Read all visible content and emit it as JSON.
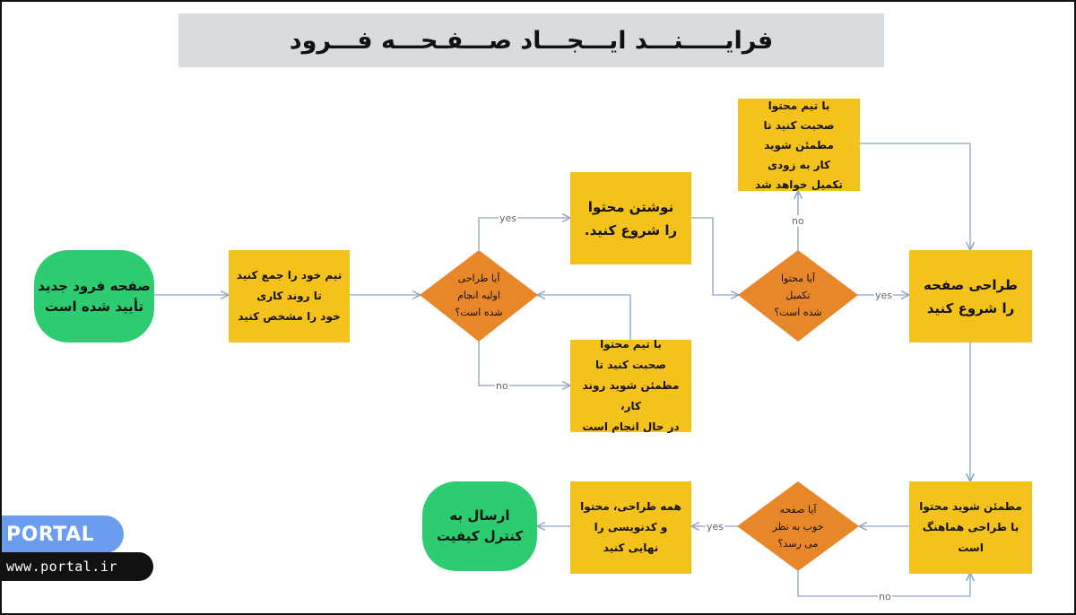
{
  "title": "فرایـــــنـــد ایـــجـــاد صـــفـحـــه فـــرود",
  "nodes": {
    "start": "صفحه فرود جدید\nتأیید شده است",
    "gather_team": "تیم خود را جمع کنید\nتا روند کاری\nخود را مشخص کنید",
    "decision_initial": "آیا طراحی\nاولیه انجام\nشده است؟",
    "write_content": "نوشتن محتوا\nرا شروع کنید.",
    "talk_team_in_progress": "با تیم محتوا\nصحبت کنید تا\nمطمئن شوید روند کار،\nدر حال انجام است",
    "decision_content": "آیا محتوا\nتکمیل\nشده است؟",
    "talk_team_soon": "با تیم محتوا\nصحبت کنید تا\nمطمئن شوید\nکار به زودی\nتکمیل خواهد شد",
    "start_design": "طراحی صفحه\nرا شروع کنید",
    "ensure_matching": "مطمئن شوید محتوا\nبا طراحی هماهنگ\nاست",
    "decision_page_good": "آیا صفحه\nخوب به نظر\nمی رسد؟",
    "finalize": "همه طراحی، محتوا\nو کدنویسی را\nنهایی کنید",
    "send_qc": "ارسال به\nکنترل کیفیت"
  },
  "edge_labels": {
    "yes_initial": "yes",
    "no_initial": "no",
    "yes_content": "yes",
    "no_content": "no",
    "yes_page": "yes",
    "no_page": "no"
  },
  "watermark": {
    "brand": "PORTAL",
    "url": "www.portal.ir"
  },
  "colors": {
    "process": "#f5c21b",
    "decision": "#e8862a",
    "terminal": "#2ecc71",
    "connector": "#9fb4cc",
    "title_bg": "#d9dcdf",
    "badge": "#6a9df0"
  }
}
